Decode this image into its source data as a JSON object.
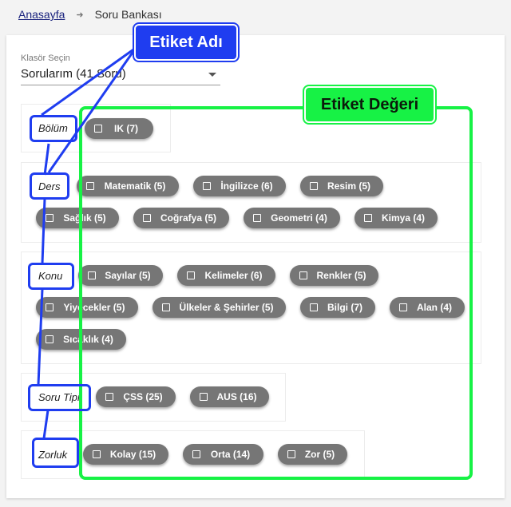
{
  "breadcrumb": {
    "home": "Anasayfa",
    "current": "Soru Bankası"
  },
  "folder": {
    "label": "Klasör Seçin",
    "value": "Sorularım (41 Soru)"
  },
  "groups": [
    {
      "label": "Bölüm",
      "tags": [
        "IK (7)"
      ]
    },
    {
      "label": "Ders",
      "tags": [
        "Matematik (5)",
        "İngilizce (6)",
        "Resim (5)",
        "Sağlık (5)",
        "Coğrafya (5)",
        "Geometri (4)",
        "Kimya (4)"
      ]
    },
    {
      "label": "Konu",
      "tags": [
        "Sayılar (5)",
        "Kelimeler (6)",
        "Renkler (5)",
        "Yiyecekler (5)",
        "Ülkeler & Şehirler (5)",
        "Bilgi (7)",
        "Alan (4)",
        "Sıcaklık (4)"
      ]
    },
    {
      "label": "Soru Tipi",
      "tags": [
        "ÇSS (25)",
        "AUS (16)"
      ]
    },
    {
      "label": "Zorluk",
      "tags": [
        "Kolay (15)",
        "Orta (14)",
        "Zor (5)"
      ]
    }
  ],
  "callouts": {
    "tag_name": "Etiket Adı",
    "tag_value": "Etiket Değeri"
  },
  "colors": {
    "chip": "#767676",
    "callout_blue": "#1f3df0",
    "callout_green": "#17f245",
    "link": "#1a237e"
  }
}
